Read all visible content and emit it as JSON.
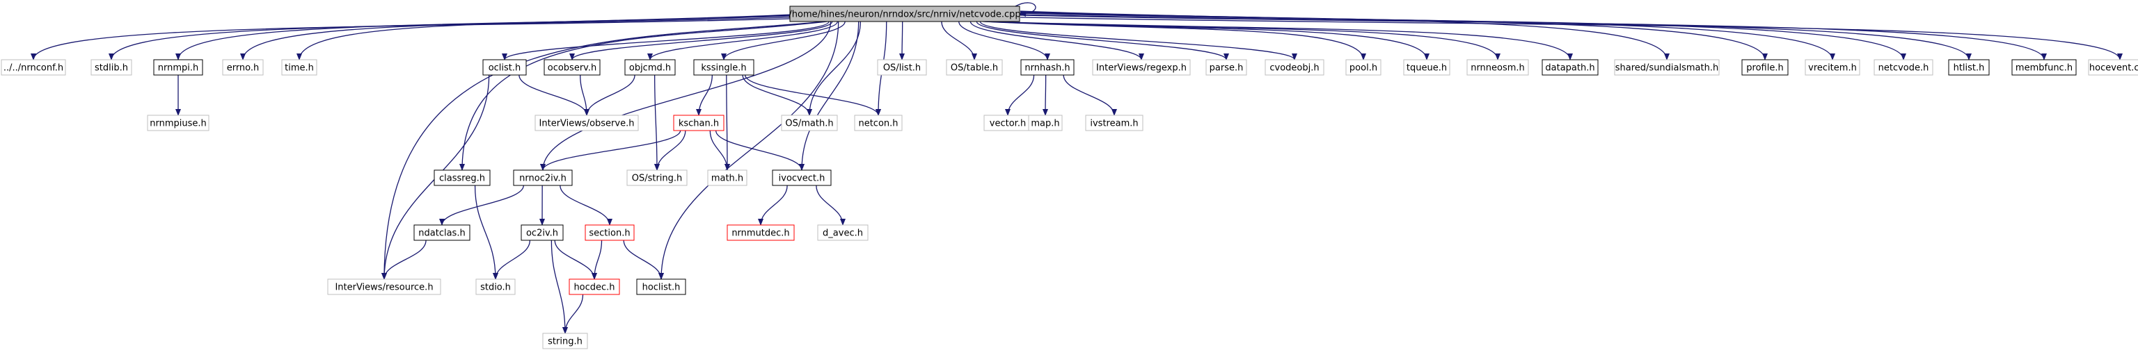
{
  "colors": {
    "edge": "#191970",
    "border_linked": "#000000",
    "border_plain": "#bfbfbf",
    "border_incomplete": "#ff0000",
    "root_fill": "#bfbfbf",
    "fill": "#ffffff"
  },
  "nodes": [
    {
      "id": "root",
      "label": "/home/hines/neuron/nrndox/src/nrniv/netcvode.cpp",
      "style": "root",
      "link": false
    },
    {
      "id": "nrnconf",
      "label": "../../nrnconf.h",
      "style": "plain",
      "link": false
    },
    {
      "id": "stdlib",
      "label": "stdlib.h",
      "style": "plain",
      "link": false
    },
    {
      "id": "nrnmpi",
      "label": "nrnmpi.h",
      "style": "linked",
      "link": true
    },
    {
      "id": "errno",
      "label": "errno.h",
      "style": "plain",
      "link": false
    },
    {
      "id": "time",
      "label": "time.h",
      "style": "plain",
      "link": false
    },
    {
      "id": "oclist",
      "label": "oclist.h",
      "style": "linked",
      "link": true
    },
    {
      "id": "ocobserv",
      "label": "ocobserv.h",
      "style": "linked",
      "link": true
    },
    {
      "id": "objcmd",
      "label": "objcmd.h",
      "style": "linked",
      "link": true
    },
    {
      "id": "kssingle",
      "label": "kssingle.h",
      "style": "linked",
      "link": true
    },
    {
      "id": "oslist",
      "label": "OS/list.h",
      "style": "plain",
      "link": false
    },
    {
      "id": "ostable",
      "label": "OS/table.h",
      "style": "plain",
      "link": false
    },
    {
      "id": "nrnhash",
      "label": "nrnhash.h",
      "style": "linked",
      "link": true
    },
    {
      "id": "regexp",
      "label": "InterViews/regexp.h",
      "style": "plain",
      "link": false
    },
    {
      "id": "parse",
      "label": "parse.h",
      "style": "plain",
      "link": false
    },
    {
      "id": "cvodeobj",
      "label": "cvodeobj.h",
      "style": "plain",
      "link": false
    },
    {
      "id": "pool",
      "label": "pool.h",
      "style": "plain",
      "link": false
    },
    {
      "id": "tqueue",
      "label": "tqueue.h",
      "style": "plain",
      "link": false
    },
    {
      "id": "nrnneosm",
      "label": "nrnneosm.h",
      "style": "plain",
      "link": false
    },
    {
      "id": "datapath",
      "label": "datapath.h",
      "style": "linked",
      "link": true
    },
    {
      "id": "sundials",
      "label": "shared/sundialsmath.h",
      "style": "plain",
      "link": false
    },
    {
      "id": "profile",
      "label": "profile.h",
      "style": "linked",
      "link": true
    },
    {
      "id": "vrecitem",
      "label": "vrecitem.h",
      "style": "plain",
      "link": false
    },
    {
      "id": "netcvodeh",
      "label": "netcvode.h",
      "style": "plain",
      "link": false
    },
    {
      "id": "htlist",
      "label": "htlist.h",
      "style": "linked",
      "link": true
    },
    {
      "id": "membfunc",
      "label": "membfunc.h",
      "style": "linked",
      "link": true
    },
    {
      "id": "hocevent",
      "label": "hocevent.cpp",
      "style": "plain",
      "link": false
    },
    {
      "id": "nrnmpiuse",
      "label": "nrnmpiuse.h",
      "style": "plain",
      "link": false
    },
    {
      "id": "observe",
      "label": "InterViews/observe.h",
      "style": "plain",
      "link": false
    },
    {
      "id": "kschan",
      "label": "kschan.h",
      "style": "incomplete",
      "link": true
    },
    {
      "id": "osmath",
      "label": "OS/math.h",
      "style": "plain",
      "link": false
    },
    {
      "id": "netcon",
      "label": "netcon.h",
      "style": "plain",
      "link": false
    },
    {
      "id": "vector",
      "label": "vector.h",
      "style": "plain",
      "link": false
    },
    {
      "id": "map",
      "label": "map.h",
      "style": "plain",
      "link": false
    },
    {
      "id": "ivstream",
      "label": "ivstream.h",
      "style": "plain",
      "link": false
    },
    {
      "id": "classreg",
      "label": "classreg.h",
      "style": "linked",
      "link": true
    },
    {
      "id": "nrnoc2iv",
      "label": "nrnoc2iv.h",
      "style": "linked",
      "link": true
    },
    {
      "id": "osstring",
      "label": "OS/string.h",
      "style": "plain",
      "link": false
    },
    {
      "id": "math",
      "label": "math.h",
      "style": "plain",
      "link": false
    },
    {
      "id": "ivocvect",
      "label": "ivocvect.h",
      "style": "linked",
      "link": true
    },
    {
      "id": "ndatclas",
      "label": "ndatclas.h",
      "style": "linked",
      "link": true
    },
    {
      "id": "oc2iv",
      "label": "oc2iv.h",
      "style": "linked",
      "link": true
    },
    {
      "id": "section",
      "label": "section.h",
      "style": "incomplete",
      "link": true
    },
    {
      "id": "nrnmutdec",
      "label": "nrnmutdec.h",
      "style": "incomplete",
      "link": true
    },
    {
      "id": "davec",
      "label": "d_avec.h",
      "style": "plain",
      "link": false
    },
    {
      "id": "resource",
      "label": "InterViews/resource.h",
      "style": "plain",
      "link": false
    },
    {
      "id": "stdio",
      "label": "stdio.h",
      "style": "plain",
      "link": false
    },
    {
      "id": "hocdec",
      "label": "hocdec.h",
      "style": "incomplete",
      "link": true
    },
    {
      "id": "hoclist",
      "label": "hoclist.h",
      "style": "linked",
      "link": true
    },
    {
      "id": "string",
      "label": "string.h",
      "style": "plain",
      "link": false
    }
  ],
  "edges": [
    [
      "root",
      "root"
    ],
    [
      "root",
      "nrnconf"
    ],
    [
      "root",
      "stdlib"
    ],
    [
      "root",
      "nrnmpi"
    ],
    [
      "root",
      "errno"
    ],
    [
      "root",
      "time"
    ],
    [
      "root",
      "oclist"
    ],
    [
      "root",
      "ocobserv"
    ],
    [
      "root",
      "objcmd"
    ],
    [
      "root",
      "kssingle"
    ],
    [
      "root",
      "oslist"
    ],
    [
      "root",
      "ostable"
    ],
    [
      "root",
      "nrnhash"
    ],
    [
      "root",
      "regexp"
    ],
    [
      "root",
      "parse"
    ],
    [
      "root",
      "cvodeobj"
    ],
    [
      "root",
      "pool"
    ],
    [
      "root",
      "tqueue"
    ],
    [
      "root",
      "nrnneosm"
    ],
    [
      "root",
      "datapath"
    ],
    [
      "root",
      "sundials"
    ],
    [
      "root",
      "profile"
    ],
    [
      "root",
      "vrecitem"
    ],
    [
      "root",
      "netcvodeh"
    ],
    [
      "root",
      "htlist"
    ],
    [
      "root",
      "membfunc"
    ],
    [
      "root",
      "hocevent"
    ],
    [
      "root",
      "classreg"
    ],
    [
      "root",
      "nrnoc2iv"
    ],
    [
      "root",
      "osmath"
    ],
    [
      "root",
      "netcon"
    ],
    [
      "root",
      "ivocvect"
    ],
    [
      "root",
      "resource"
    ],
    [
      "root",
      "hoclist"
    ],
    [
      "nrnmpi",
      "nrnmpiuse"
    ],
    [
      "oclist",
      "observe"
    ],
    [
      "oclist",
      "resource"
    ],
    [
      "ocobserv",
      "observe"
    ],
    [
      "objcmd",
      "observe"
    ],
    [
      "objcmd",
      "osstring"
    ],
    [
      "kssingle",
      "kschan"
    ],
    [
      "kssingle",
      "osmath"
    ],
    [
      "kssingle",
      "netcon"
    ],
    [
      "kssingle",
      "math"
    ],
    [
      "nrnhash",
      "vector"
    ],
    [
      "nrnhash",
      "map"
    ],
    [
      "nrnhash",
      "ivstream"
    ],
    [
      "kschan",
      "nrnoc2iv"
    ],
    [
      "kschan",
      "osstring"
    ],
    [
      "kschan",
      "math"
    ],
    [
      "kschan",
      "ivocvect"
    ],
    [
      "classreg",
      "stdio"
    ],
    [
      "nrnoc2iv",
      "ndatclas"
    ],
    [
      "nrnoc2iv",
      "oc2iv"
    ],
    [
      "nrnoc2iv",
      "section"
    ],
    [
      "ivocvect",
      "nrnmutdec"
    ],
    [
      "ivocvect",
      "davec"
    ],
    [
      "ndatclas",
      "resource"
    ],
    [
      "oc2iv",
      "stdio"
    ],
    [
      "oc2iv",
      "hocdec"
    ],
    [
      "oc2iv",
      "string"
    ],
    [
      "section",
      "hocdec"
    ],
    [
      "section",
      "hoclist"
    ],
    [
      "hocdec",
      "string"
    ]
  ]
}
